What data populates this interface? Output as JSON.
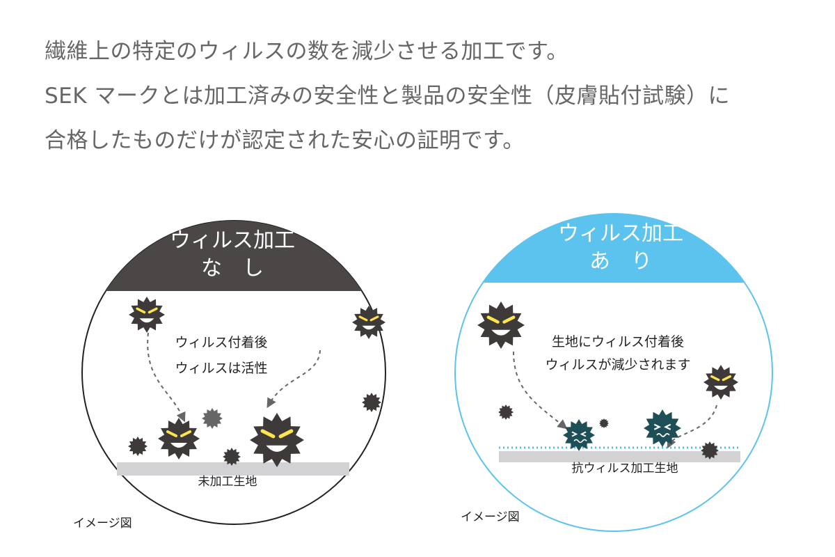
{
  "intro": {
    "lines": [
      "繊維上の特定のウィルスの数を減少させる加工です。",
      "SEK マークとは加工済みの安全性と製品の安全性（皮膚貼付試験）に",
      "合格したものだけが認定された安心の証明です。"
    ]
  },
  "panels": {
    "without": {
      "title_line1": "ウィルス加工",
      "title_line2": "な　し",
      "note_line1": "ウィルス付着後",
      "note_line2": "ウィルスは活性",
      "fabric_label": "未加工生地",
      "caption": "イメージ図",
      "header_color": "#4a4746"
    },
    "with": {
      "title_line1": "ウィルス加工",
      "title_line2": "あ　り",
      "note_line1": "生地にウィルス付着後",
      "note_line2": "ウィルスが減少されます",
      "fabric_label": "抗ウィルス加工生地",
      "caption": "イメージ図",
      "header_color": "#5bc3ee"
    }
  },
  "colors": {
    "virus_active": "#3d3a39",
    "virus_weak": "#1e4f57",
    "virus_inactive": "#666666",
    "fabric": "#d2d2d4",
    "coating_dots": "#4cbde7",
    "eyes": "#ffe44d"
  }
}
